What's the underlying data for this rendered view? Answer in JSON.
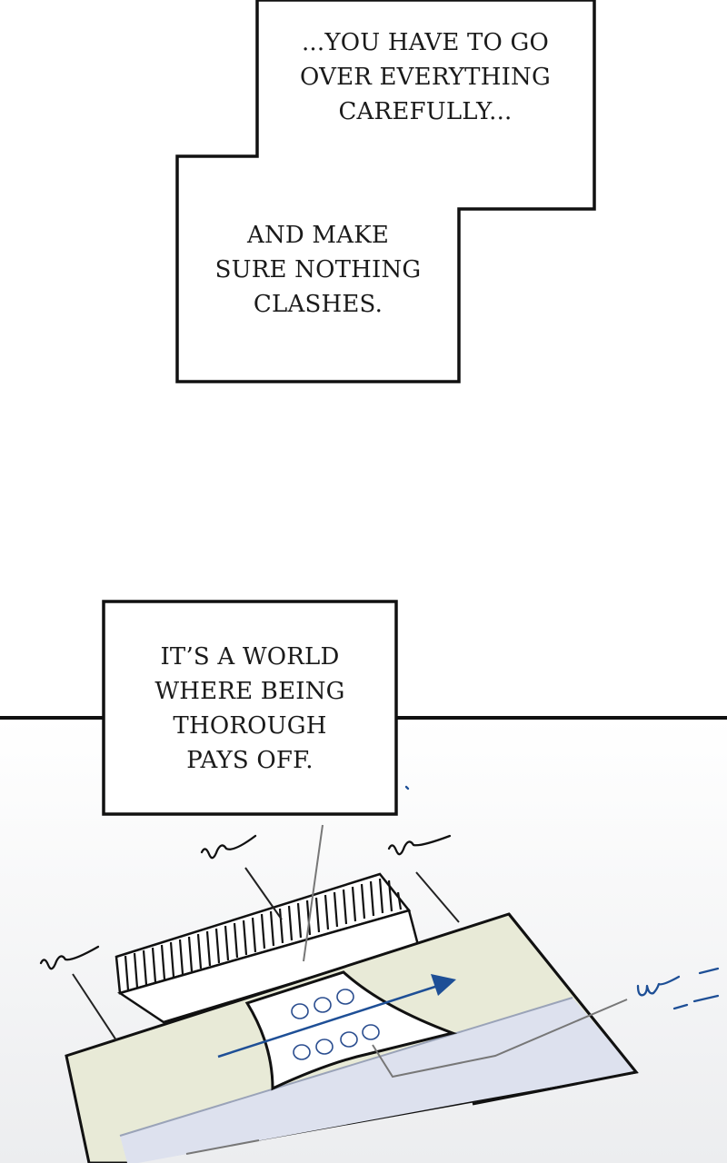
{
  "panels": [
    {
      "id": "caption-1",
      "lines": "...YOU HAVE TO GO\nOVER EVERYTHING\nCAREFULLY..."
    },
    {
      "id": "caption-2",
      "lines": "AND MAKE\nSURE NOTHING\nCLASHES."
    },
    {
      "id": "caption-3",
      "lines": "IT’S A WORLD\nWHERE BEING\nTHOROUGH\nPAYS OFF."
    }
  ],
  "colors": {
    "ink": "#111111",
    "paper": "#ffffff",
    "blueprint_green": "#e8ead7",
    "blueprint_blue": "#dde1ee",
    "accent_blue": "#1e4f96"
  }
}
